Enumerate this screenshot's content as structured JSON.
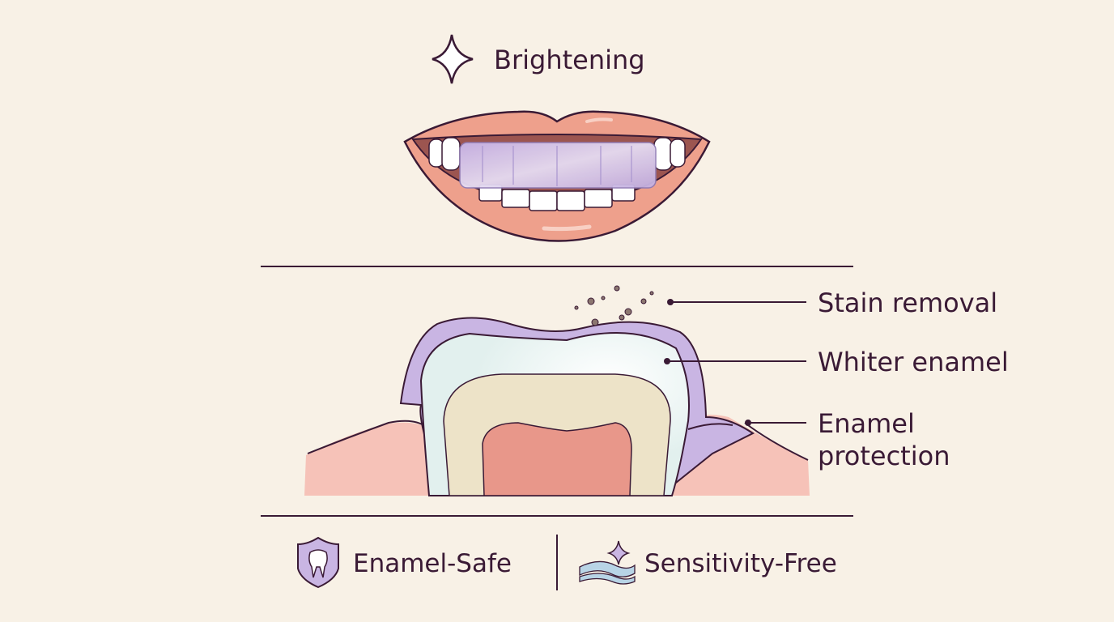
{
  "header": {
    "title": "Brightening",
    "icon": "sparkle-icon"
  },
  "callouts": [
    {
      "label": "Stain removal"
    },
    {
      "label": "Whiter enamel"
    },
    {
      "label_line1": "Enamel",
      "label_line2": "protection"
    }
  ],
  "badges": [
    {
      "label": "Enamel-Safe",
      "icon": "shield-tooth-icon"
    },
    {
      "label": "Sensitivity-Free",
      "icon": "wave-sparkle-icon"
    }
  ],
  "colors": {
    "background": "#f8f1e6",
    "text": "#3a1a35",
    "lips": "#eea08c",
    "tray": "#c9b5e3",
    "gums": "#f6c2b8",
    "pulp": "#e8978a",
    "dentin": "#ede3c8",
    "enamel": "#e4f1ee"
  }
}
